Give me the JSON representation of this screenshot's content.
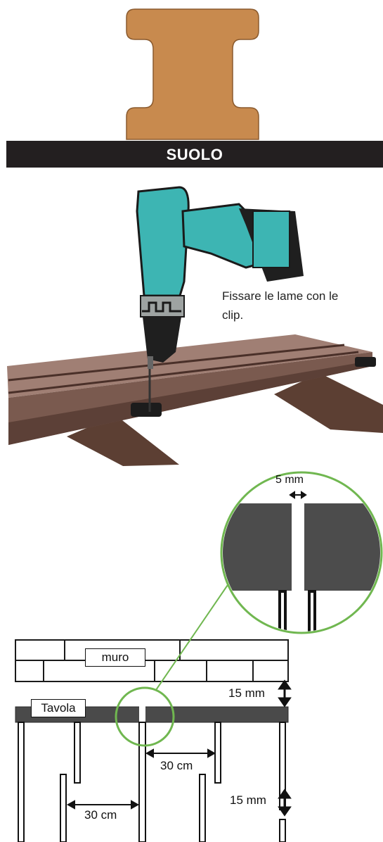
{
  "clip_section": {
    "ground_label": "SUOLO",
    "profile_color": "#c88a4e"
  },
  "drill_section": {
    "caption": "Fissare le lame con le clip.",
    "drill_color": "#3db5b3",
    "board_color": "#8f6e62"
  },
  "layout_diagram": {
    "wall_label": "muro",
    "board_label": "Tavola",
    "zoom_gap_label": "5 mm",
    "wall_gap_label": "15 mm",
    "joist_gap_label": "15 mm",
    "joist_spacing_right": "30 cm",
    "joist_spacing_left": "30 cm",
    "accent_color": "#70b750"
  }
}
